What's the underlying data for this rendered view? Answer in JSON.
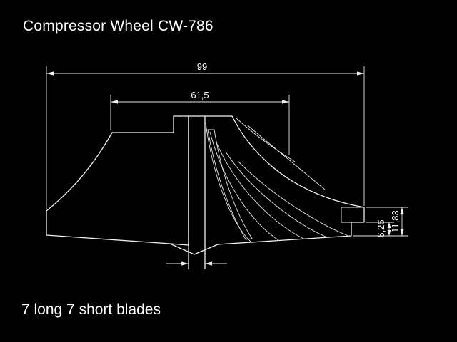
{
  "title": "Compressor Wheel CW-786",
  "note": "7 long 7 short blades",
  "dimensions": {
    "overall_length": "99",
    "hub_length": "61,5",
    "tip_step_height": "6,26",
    "tip_height": "11,83"
  },
  "colors": {
    "background": "#000000",
    "line": "#f2f2f2",
    "text": "#ffffff"
  },
  "drawing": {
    "kind": "cross-section",
    "subject": "compressor wheel with hatched hub section and blade profiles",
    "hatch_style": "diagonal"
  }
}
